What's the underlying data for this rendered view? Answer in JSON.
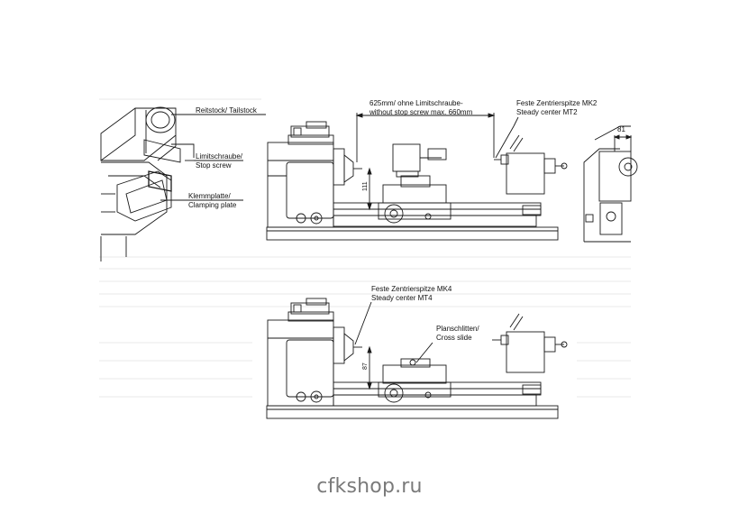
{
  "labels": {
    "tailstock": "Reitstock/ Tailstock",
    "stop_screw": [
      "Limitschraube/",
      "Stop screw"
    ],
    "clamping_plate": [
      "Klemmplatte/",
      "Clamping plate"
    ],
    "distance_note": [
      "625mm/ ohne Limitschraube-",
      "without stop screw max. 660mm"
    ],
    "steady_center_mk2": [
      "Feste Zentrierspitze MK2",
      "Steady center MT2"
    ],
    "steady_center_mk4": [
      "Feste Zentrierspitze MK4",
      "Steady center MT4"
    ],
    "cross_slide": [
      "Planschlitten/",
      "Cross slide"
    ]
  },
  "dimensions": {
    "top_height": "111",
    "bottom_height": "87",
    "side_width": "81"
  },
  "watermark": "cfkshop.ru"
}
